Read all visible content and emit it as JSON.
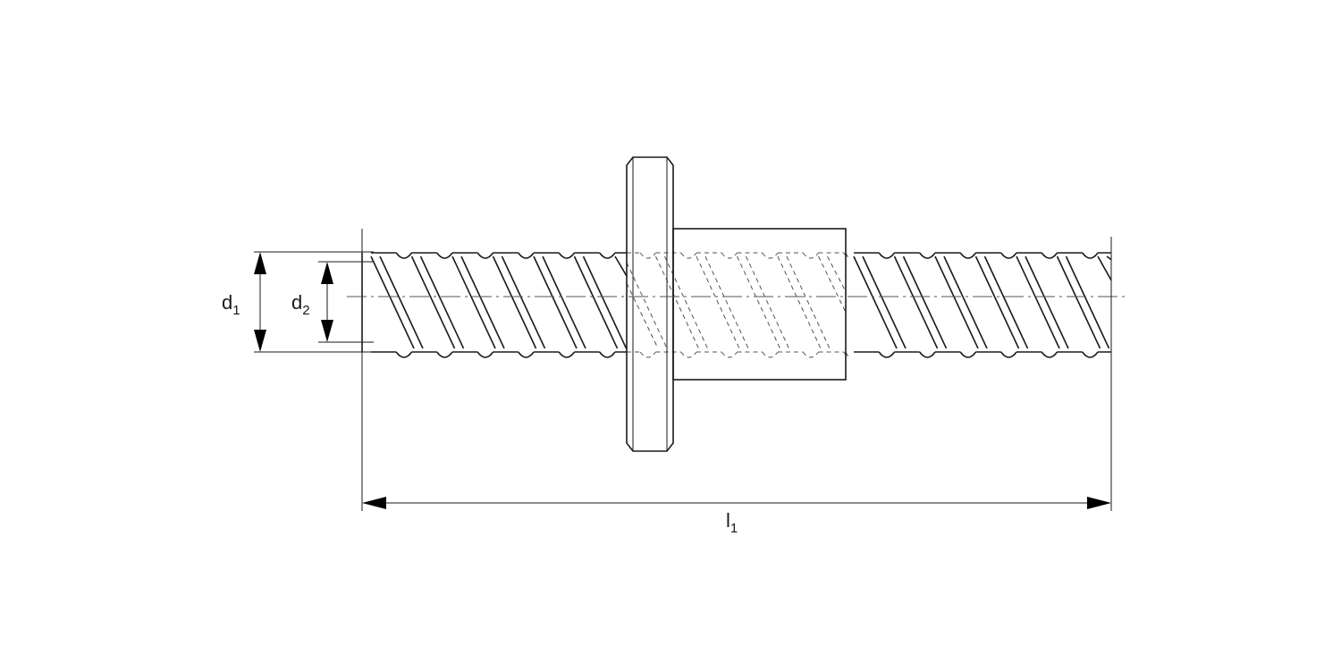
{
  "labels": {
    "d1": {
      "main": "d",
      "sub": "1"
    },
    "d2": {
      "main": "d",
      "sub": "2"
    },
    "l1": {
      "main": "l",
      "sub": "1"
    }
  }
}
